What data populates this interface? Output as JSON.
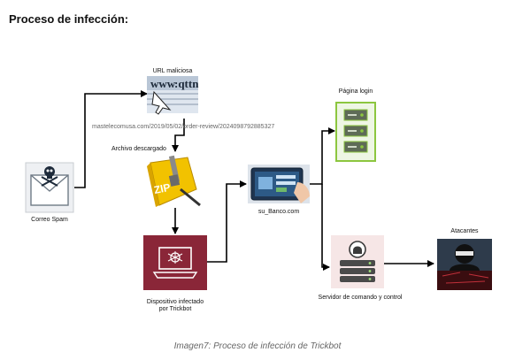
{
  "title": "Proceso de infección:",
  "nodes": {
    "spam": {
      "label": "Correo Spam",
      "icon": "spam-envelope-skull-icon"
    },
    "url": {
      "label": "URL maliciosa",
      "icon": "www-url-cursor-icon"
    },
    "url_text": {
      "label": "mastelecomusa.com/2019/05/02/order-review/2024098792885327"
    },
    "zip": {
      "label": "Archivo descargado",
      "icon": "zip-archive-icon"
    },
    "device": {
      "label": "Dispositivo infectado\npor Trickbot",
      "icon": "infected-laptop-icon"
    },
    "bank": {
      "label": "su_Banco.com",
      "icon": "banking-tablet-icon"
    },
    "login": {
      "label": "Página login",
      "icon": "server-stack-icon"
    },
    "c2": {
      "label": "Servidor de comando y control",
      "icon": "command-server-icon"
    },
    "attackers": {
      "label": "Atacantes",
      "icon": "hacker-icon"
    }
  },
  "caption": "Imagen7: Proceso de infección de Trickbot",
  "colors": {
    "device_bg": "#8a2638",
    "login_frame": "#8cc63f",
    "c2_bg": "#f6e6e6",
    "attacker_bg": "#2e3b4b",
    "arrow": "#000000"
  }
}
